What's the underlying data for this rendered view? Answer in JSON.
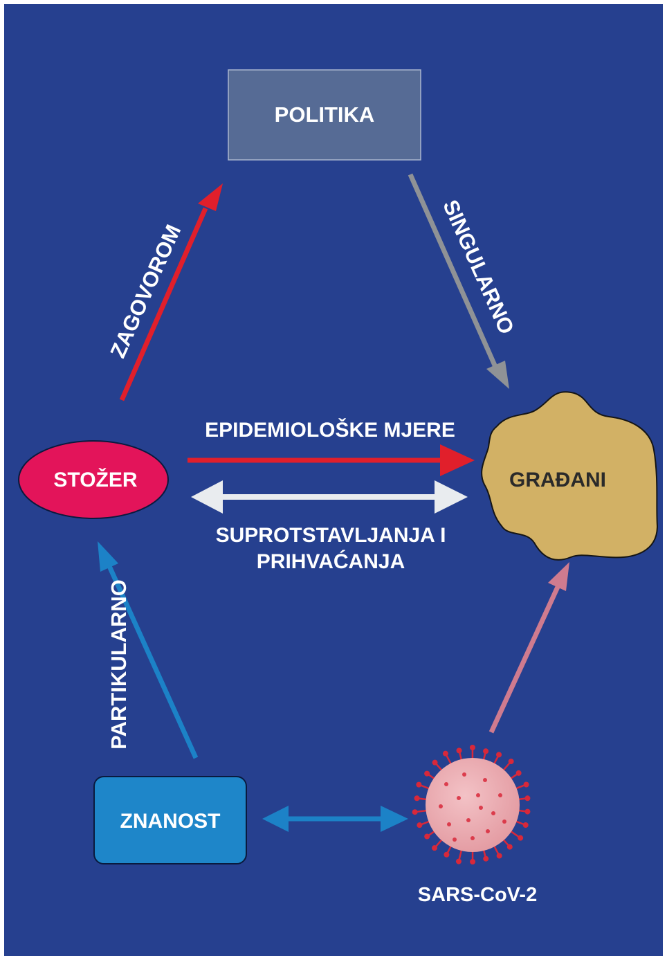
{
  "nodes": {
    "politika": "POLITIKA",
    "stozer": "STOŽER",
    "gradani": "GRAĐANI",
    "znanost": "ZNANOST",
    "virus": "SARS-CoV-2"
  },
  "edges": {
    "zagovorom": "ZAGOVOROM",
    "singularno": "SINGULARNO",
    "partikularno": "PARTIKULARNO",
    "epidemioloske": "EPIDEMIOLOŠKE MJERE",
    "suprot_line1": "SUPROTSTAVLJANJA I",
    "suprot_line2": "PRIHVAĆANJA"
  },
  "colors": {
    "background": "#26408f",
    "politika_box": "#566b95",
    "stozer_ellipse": "#e3145a",
    "gradani_blob": "#d2b165",
    "znanost_box": "#1e86c9",
    "red_arrow": "#e11f2b",
    "gray_arrow": "#8f9296",
    "white_arrow": "#e9ecef",
    "blue_arrow": "#1c82c7",
    "pink_arrow": "#cf7b8f",
    "virus_body": "#e9a0a7",
    "virus_spike": "#d8283a"
  }
}
